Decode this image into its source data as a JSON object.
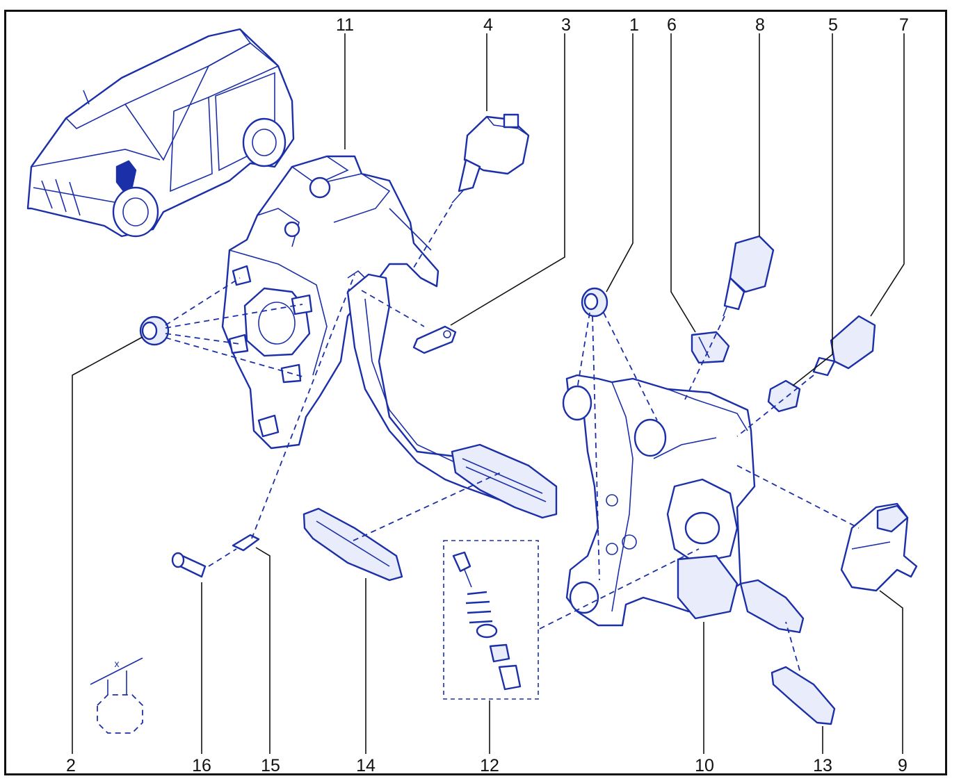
{
  "callouts": [
    "1",
    "2",
    "3",
    "4",
    "5",
    "6",
    "7",
    "8",
    "9",
    "10",
    "11",
    "12",
    "13",
    "14",
    "15",
    "16"
  ],
  "tolerance_symbol": "x",
  "colors": {
    "line": "#1b2fa8",
    "fill": "#e9ecfb",
    "text": "#111111",
    "border": "#111111"
  }
}
